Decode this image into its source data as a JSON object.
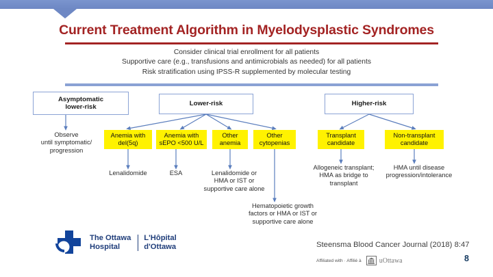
{
  "slide": {
    "title": "Current Treatment Algorithm in Myelodysplastic Syndromes",
    "page_number": "8",
    "accent_red": "#A32323",
    "accent_blue": "#6E88C4",
    "highlight_yellow": "#FFF200"
  },
  "subtitle": {
    "line1": "Consider clinical trial enrollment for all patients",
    "line2": "Supportive care (e.g., transfusions and antimicrobials as needed) for all patients",
    "line3": "Risk stratification using IPSS-R supplemented by molecular testing"
  },
  "diagram": {
    "risk_boxes": [
      {
        "id": "asymptomatic",
        "label": "Asymptomatic\nlower-risk"
      },
      {
        "id": "lower-risk",
        "label": "Lower-risk"
      },
      {
        "id": "higher-risk",
        "label": "Higher-risk"
      }
    ],
    "yellow_boxes": [
      {
        "id": "del5q",
        "label": "Anemia with\ndel(5q)"
      },
      {
        "id": "sepo",
        "label": "Anemia with\nsEPO <500 U/L"
      },
      {
        "id": "other-anemia",
        "label": "Other\nanemia"
      },
      {
        "id": "other-cytopenias",
        "label": "Other\ncytopenias"
      },
      {
        "id": "transplant-candidate",
        "label": "Transplant\ncandidate"
      },
      {
        "id": "non-transplant-candidate",
        "label": "Non-transplant\ncandidate"
      }
    ],
    "outcomes": [
      {
        "id": "observe",
        "text": "Observe\nuntil symptomatic/\nprogression"
      },
      {
        "id": "lenalidomide",
        "text": "Lenalidomide"
      },
      {
        "id": "esa",
        "text": "ESA"
      },
      {
        "id": "len-hma-ist",
        "text": "Lenalidomide or\nHMA or IST or\nsupportive care alone"
      },
      {
        "id": "hematopoietic-growth-factors",
        "text": "Hematopoietic growth\nfactors or HMA or IST or\nsupportive care alone"
      },
      {
        "id": "allogeneic-transplant",
        "text": "Allogeneic transplant;\nHMA as bridge to\ntransplant"
      },
      {
        "id": "hma-until-progression",
        "text": "HMA until disease\nprogression/intolerance"
      }
    ]
  },
  "footer": {
    "hospital_name_en": "The Ottawa\nHospital",
    "hospital_name_fr": "L'Hôpital\nd'Ottawa",
    "citation": "Steensma Blood Cancer Journal (2018) 8:47",
    "affiliation_text": "Affiliated with  ·  Affilié à",
    "university_name": "uOttawa"
  }
}
